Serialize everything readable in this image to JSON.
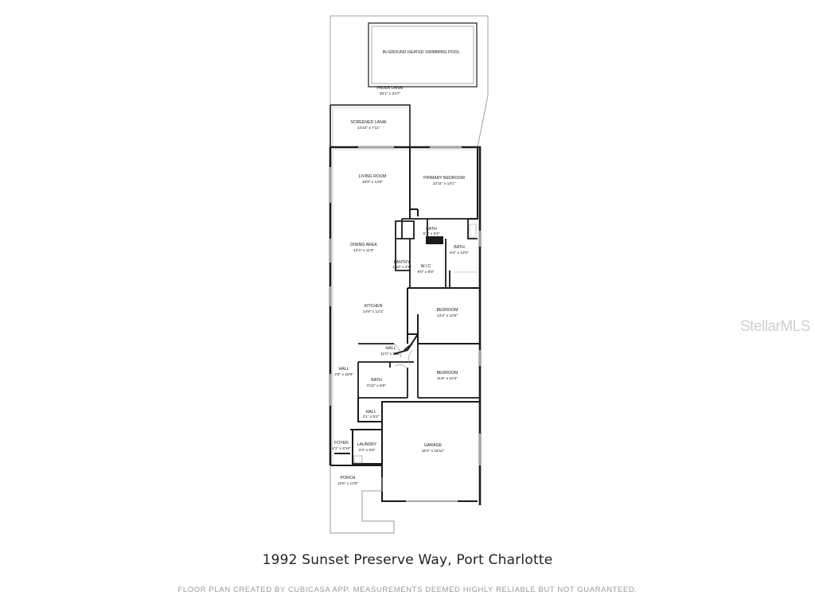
{
  "plan": {
    "rooms": {
      "pool": {
        "name": "IN-GROUND HEATED SWIMMING POOL",
        "dim": ""
      },
      "paver_lanai": {
        "name": "PAVER LANAI",
        "dim": "30'1\" x 24'7\""
      },
      "screened_lanai": {
        "name": "SCREENED LANAI",
        "dim": "14'10\" x 7'11\""
      },
      "living_room": {
        "name": "LIVING ROOM",
        "dim": "16'9\" x 13'9\""
      },
      "primary_bedroom": {
        "name": "PRIMARY BEDROOM",
        "dim": "12'11\" x 13'1\""
      },
      "bath_primary": {
        "name": "BATH",
        "dim": "6'3\" x 3'3\""
      },
      "bath_primary2": {
        "name": "BATH",
        "dim": "6'4\" x 13'0\""
      },
      "dining_area": {
        "name": "DINING AREA",
        "dim": "12'4\" x 11'0\""
      },
      "pantry": {
        "name": "PANTRY",
        "dim": "1'10\" x 4'8\""
      },
      "wic": {
        "name": "W.I.C",
        "dim": "8'0\" x 8'8\""
      },
      "kitchen": {
        "name": "KITCHEN",
        "dim": "14'8\" x 12'1\""
      },
      "bedroom1": {
        "name": "BEDROOM",
        "dim": "13'4\" x 10'6\""
      },
      "hall_mid": {
        "name": "HALL",
        "dim": "11'0\" x 5'11\""
      },
      "hall_left": {
        "name": "HALL",
        "dim": "3'3\" x 16'8\""
      },
      "bath2": {
        "name": "BATH",
        "dim": "8'12\" x 6'8\""
      },
      "bedroom2": {
        "name": "BEDROOM",
        "dim": "11'9\" x 10'4\""
      },
      "hall_small": {
        "name": "HALL",
        "dim": "4'1\" x 5'2\""
      },
      "foyer": {
        "name": "FOYER",
        "dim": "4'1\" x 6'10\""
      },
      "laundry": {
        "name": "LAUNDRY",
        "dim": "3'3\" x 6'8\""
      },
      "garage": {
        "name": "GARAGE",
        "dim": "18'2\" x 18'11\""
      },
      "porch": {
        "name": "PORCH",
        "dim": "12'6\" x 13'0\""
      }
    }
  },
  "title": "1992 Sunset Preserve Way, Port Charlotte",
  "disclaimer": "FLOOR PLAN CREATED BY CUBICASA APP. MEASUREMENTS DEEMED HIGHLY RELIABLE BUT NOT GUARANTEED.",
  "watermark": "StellarMLS",
  "colors": {
    "wall": "#1a1a1a",
    "thin": "#9a9a9a",
    "text": "#222222",
    "disclaimer": "#9a9a9a",
    "watermark": "#d0d0d0"
  }
}
